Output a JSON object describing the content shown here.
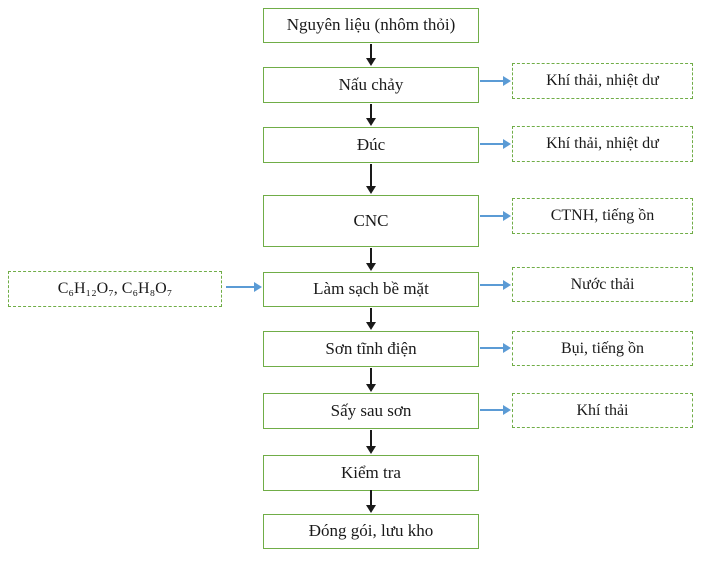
{
  "colors": {
    "box_border_green": "#70AD47",
    "arrow_blue": "#5B9BD5",
    "arrow_black": "#1a1a1a"
  },
  "process_steps": [
    "Nguyên liệu (nhôm thỏi)",
    "Nấu chảy",
    "Đúc",
    "CNC",
    "Làm sạch bề mặt",
    "Sơn tĩnh điện",
    "Sấy sau sơn",
    "Kiểm tra",
    "Đóng gói, lưu kho"
  ],
  "emissions": [
    {
      "label": "Khí thải, nhiệt dư",
      "from_step": "Nấu chảy"
    },
    {
      "label": "Khí thải, nhiệt dư",
      "from_step": "Đúc"
    },
    {
      "label": "CTNH, tiếng ồn",
      "from_step": "CNC"
    },
    {
      "label": "Nước thải",
      "from_step": "Làm sạch bề mặt"
    },
    {
      "label": "Bụi, tiếng ồn",
      "from_step": "Sơn tĩnh điện"
    },
    {
      "label": "Khí thải",
      "from_step": "Sấy sau sơn"
    }
  ],
  "inputs": [
    {
      "label": "C₆H₁₂O₇, C₆H₈O₇",
      "to_step": "Làm sạch bề mặt"
    }
  ]
}
